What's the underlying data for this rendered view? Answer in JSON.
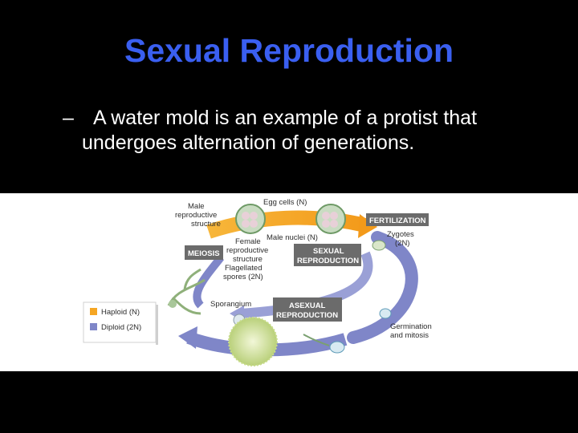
{
  "slide": {
    "title": "Sexual Reproduction",
    "bullet_dash": "–",
    "bullet_line1": "A water mold is an example of a protist that",
    "bullet_line2": "undergoes alternation of generations."
  },
  "diagram": {
    "labels": {
      "male_structure": [
        "Male",
        "reproductive",
        "structure"
      ],
      "egg_cells": "Egg cells (N)",
      "male_nuclei": "Male nuclei (N)",
      "female_structure": [
        "Female",
        "reproductive",
        "structure"
      ],
      "flagellated_spores": [
        "Flagellated",
        "spores (2N)"
      ],
      "sporangium": "Sporangium",
      "zygotes": [
        "Zygotes",
        "(2N)"
      ],
      "germination": [
        "Germination",
        "and mitosis"
      ]
    },
    "boxes": {
      "fertilization": "FERTILIZATION",
      "meiosis": "MEIOSIS",
      "sexual": [
        "SEXUAL",
        "REPRODUCTION"
      ],
      "asexual": [
        "ASEXUAL",
        "REPRODUCTION"
      ]
    },
    "legend": {
      "haploid": "Haploid (N)",
      "diploid": "Diploid (2N)"
    },
    "colors": {
      "haploid": "#f5a623",
      "diploid": "#7f86c8",
      "box": "#6b6b6b",
      "title": "#3a5ff0"
    }
  }
}
